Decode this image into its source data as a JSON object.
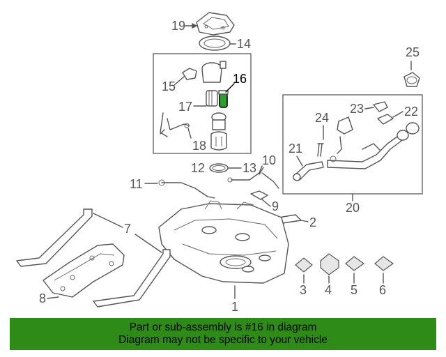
{
  "callouts": {
    "c1": "1",
    "c2": "2",
    "c3": "3",
    "c4": "4",
    "c5": "5",
    "c6": "6",
    "c7": "7",
    "c8": "8",
    "c9": "9",
    "c10": "10",
    "c11": "11",
    "c12": "12",
    "c13": "13",
    "c14": "14",
    "c15": "15",
    "c16": "16",
    "c17": "17",
    "c18": "18",
    "c19": "19",
    "c20": "20",
    "c21": "21",
    "c22": "22",
    "c23": "23",
    "c24": "24",
    "c25": "25"
  },
  "highlighted_part": "16",
  "colors": {
    "banner": "#2e8b17",
    "highlight": "#2f9e2f"
  },
  "banner": {
    "line1": "Part or sub-assembly is #16 in diagram",
    "line2": "Diagram may not be specific to your vehicle"
  }
}
